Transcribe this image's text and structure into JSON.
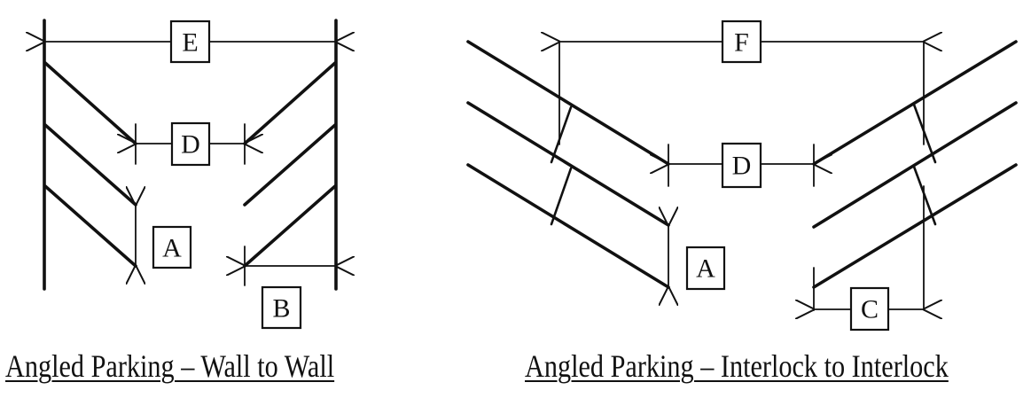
{
  "diagrams": {
    "wall_to_wall": {
      "caption": "Angled Parking – Wall to Wall",
      "labels": {
        "E": "E",
        "D": "D",
        "A": "A",
        "B": "B"
      }
    },
    "interlock_to_interlock": {
      "caption": "Angled Parking – Interlock to Interlock",
      "labels": {
        "F": "F",
        "D": "D",
        "A": "A",
        "C": "C"
      }
    }
  },
  "colors": {
    "ink": "#111111",
    "background": "#ffffff"
  }
}
